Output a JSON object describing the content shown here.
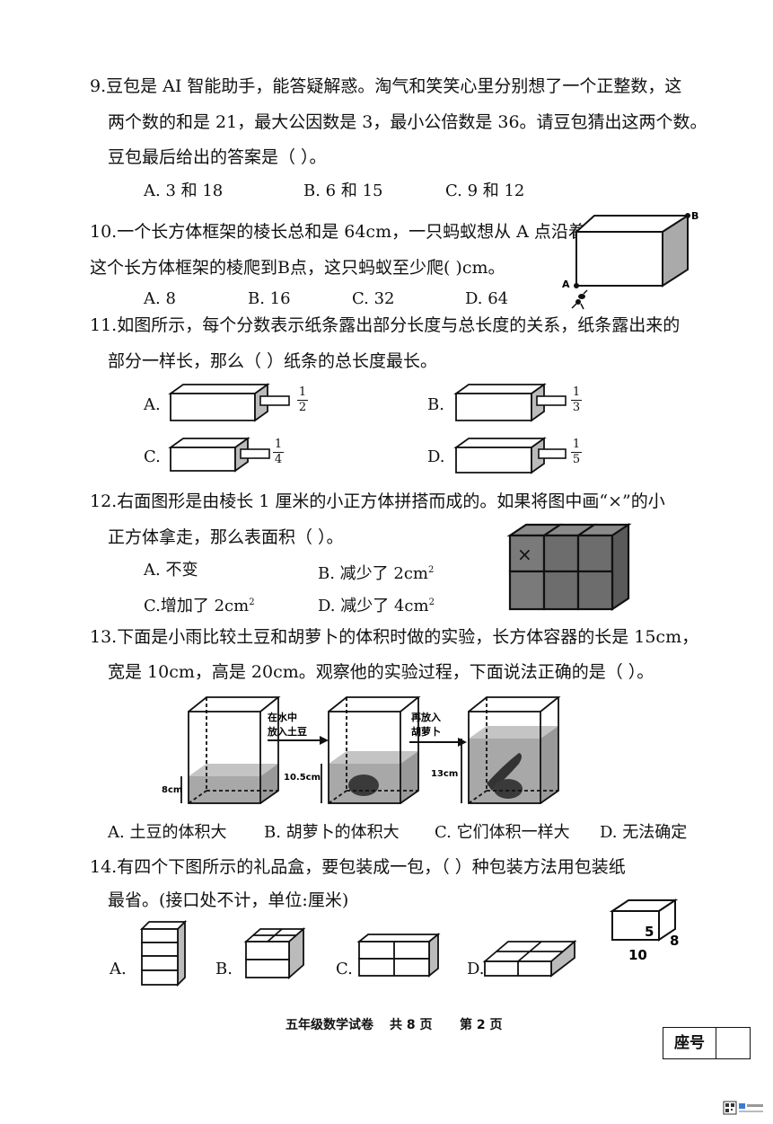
{
  "q9": {
    "line1": "9.豆包是 AI 智能助手，能答疑解惑。淘气和笑笑心里分别想了一个正整数，这",
    "line2": "两个数的和是 21，最大公因数是 3，最小公倍数是 36。请豆包猜出这两个数。",
    "line3": "豆包最后给出的答案是（        ）。",
    "opt_a": "A. 3 和 18",
    "opt_b": "B. 6 和 15",
    "opt_c": "C. 9 和 12"
  },
  "q10": {
    "line1": "10.一个长方体框架的棱长总和是 64cm，一只蚂蚁想从 A 点沿着",
    "line2": "这个长方体框架的棱爬到B点，这只蚂蚁至少爬(        )cm。",
    "opt_a": "A. 8",
    "opt_b": "B. 16",
    "opt_c": "C. 32",
    "opt_d": "D. 64",
    "label_a": "A",
    "label_b": "B"
  },
  "q11": {
    "line1": "11.如图所示，每个分数表示纸条露出部分长度与总长度的关系，纸条露出来的",
    "line2": "部分一样长，那么（        ）纸条的总长度最长。",
    "options": [
      {
        "label": "A.",
        "num": "1",
        "den": "2"
      },
      {
        "label": "B.",
        "num": "1",
        "den": "3"
      },
      {
        "label": "C.",
        "num": "1",
        "den": "4"
      },
      {
        "label": "D.",
        "num": "1",
        "den": "5"
      }
    ]
  },
  "q12": {
    "line1": "12.右面图形是由棱长 1 厘米的小正方体拼搭而成的。如果将图中画“×”的小",
    "line2": "正方体拿走，那么表面积（           ）。",
    "opt_a": "A. 不变",
    "opt_b": "B. 减少了 2cm",
    "opt_c": "C.增加了 2cm",
    "opt_d": "D. 减少了 4cm",
    "sup": "2",
    "mark": "×"
  },
  "q13": {
    "line1": "13.下面是小雨比较土豆和胡萝卜的体积时做的实验，长方体容器的长是 15cm，",
    "line2": "宽是 10cm，高是 20cm。观察他的实验过程，下面说法正确的是（        ）。",
    "h1": "8cm",
    "h2": "10.5cm",
    "h3": "13cm",
    "arrow1_l1": "在水中",
    "arrow1_l2": "放入土豆",
    "arrow2_l1": "再放入",
    "arrow2_l2": "胡萝卜",
    "opt_a": "A. 土豆的体积大",
    "opt_b": "B. 胡萝卜的体积大",
    "opt_c": "C. 它们体积一样大",
    "opt_d": "D. 无法确定"
  },
  "q14": {
    "line1": "14.有四个下图所示的礼品盒，要包装成一包，（        ）种包装方法用包装纸",
    "line2": "最省。(接口处不计，单位:厘米)",
    "opt_a": "A.",
    "opt_b": "B.",
    "opt_c": "C.",
    "opt_d": "D.",
    "dim_h": "5",
    "dim_w": "8",
    "dim_l": "10"
  },
  "footer": {
    "title": "五年级数学试卷",
    "total": "共 8 页",
    "page": "第 2 页",
    "seat_label": "座号"
  }
}
